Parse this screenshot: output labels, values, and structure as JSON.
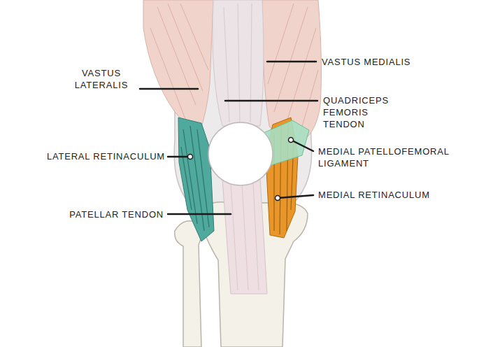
{
  "diagram": {
    "labels": [
      "VASTUS MEDIALIS",
      "VASTUS LATERALIS",
      "QUADRICEPS FEMORIS TENDON",
      "LATERAL RETINACULUM",
      "MEDIAL PATELLOFEMORAL LIGAMENT",
      "MEDIAL RETINACULUM",
      "PATELLAR TENDON"
    ]
  }
}
